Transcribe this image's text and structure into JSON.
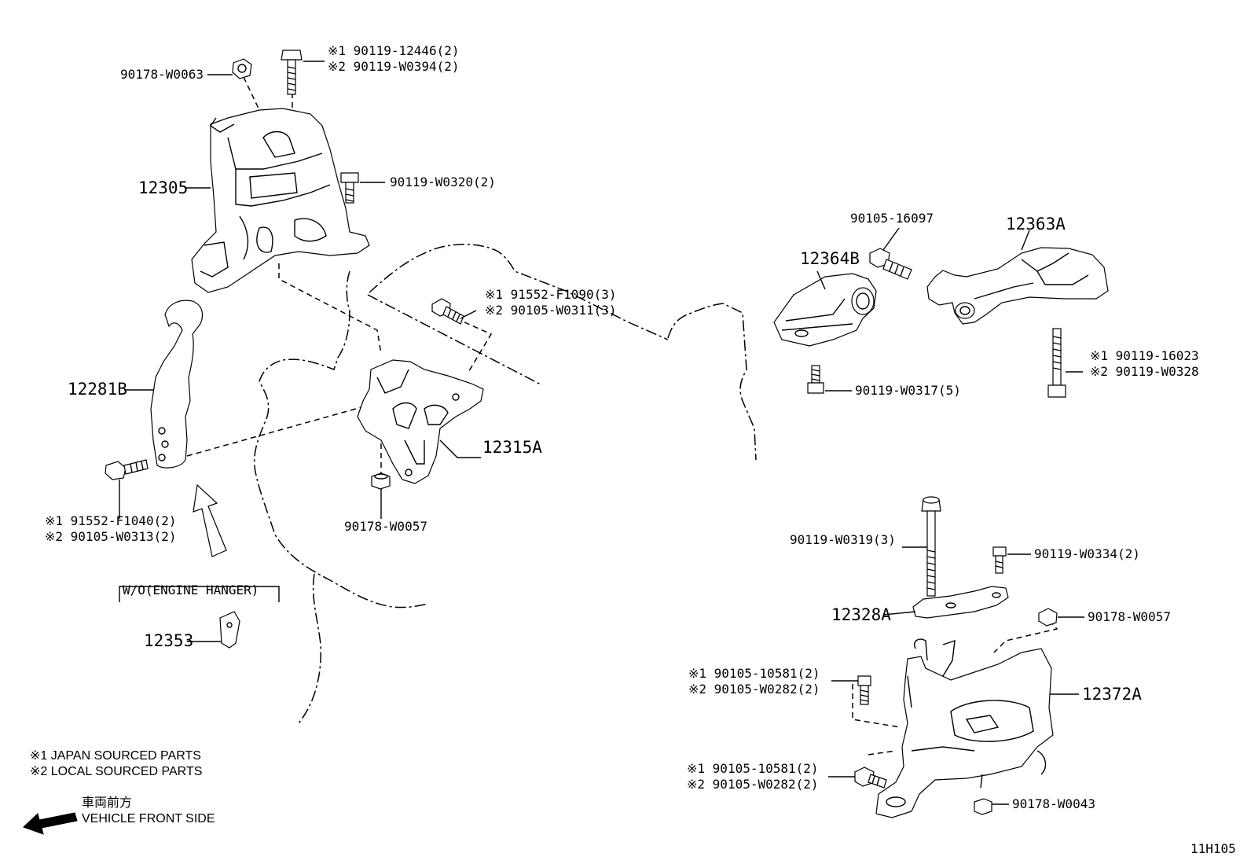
{
  "diagram_id": "11H105",
  "parts": {
    "p90178_W0063": "90178-W0063",
    "p12305": "12305",
    "p90119_W0320": "90119-W0320(2)",
    "p12281B": "12281B",
    "p12315A": "12315A",
    "p90178_W0057_a": "90178-W0057",
    "p12353": "12353",
    "p90105_16097": "90105-16097",
    "p12363A": "12363A",
    "p12364B": "12364B",
    "p90119_W0317": "90119-W0317(5)",
    "p90119_W0319": "90119-W0319(3)",
    "p90119_W0334": "90119-W0334(2)",
    "p12328A": "12328A",
    "p90178_W0057_b": "90178-W0057",
    "p12372A": "12372A",
    "p90178_W0043": "90178-W0043"
  },
  "dual_labels": {
    "top_bolt": {
      "l1": "※1 90119-12446(2)",
      "l2": "※2 90119-W0394(2)"
    },
    "mid_bolt": {
      "l1": "※1 91552-F1090(3)",
      "l2": "※2 90105-W0311(3)"
    },
    "left_bolt": {
      "l1": "※1 91552-F1040(2)",
      "l2": "※2 90105-W0313(2)"
    },
    "right_bolt": {
      "l1": "※1 90119-16023",
      "l2": "※2 90119-W0328"
    },
    "lower_bolt_1": {
      "l1": "※1 90105-10581(2)",
      "l2": "※2 90105-W0282(2)"
    },
    "lower_bolt_2": {
      "l1": "※1 90105-10581(2)",
      "l2": "※2 90105-W0282(2)"
    }
  },
  "engine_hanger_note": "W/O(ENGINE HANGER)",
  "legend": {
    "japan": "※1  JAPAN SOURCED PARTS",
    "local": "※2  LOCAL SOURCED PARTS",
    "front_jp": "車両前方",
    "front_en": "VEHICLE FRONT SIDE"
  }
}
